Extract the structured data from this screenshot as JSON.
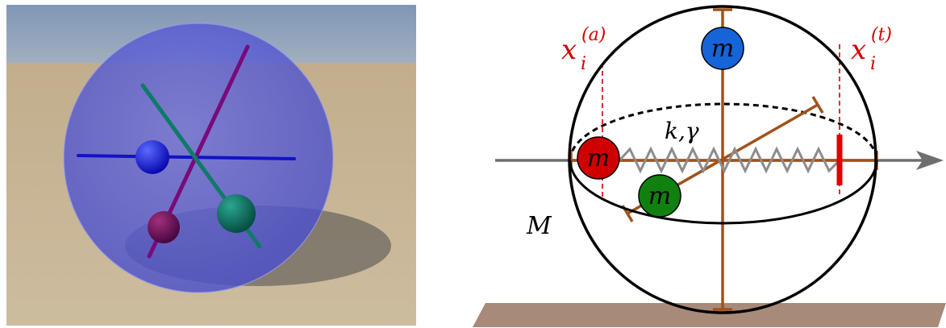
{
  "colors": {
    "sky": "#8ea3bb",
    "ground": "#c6b494",
    "sphere_render": "#5b5fd6",
    "rod_blue": "#1010d0",
    "rod_purple": "#7a0a7a",
    "rod_teal": "#0f7a6a",
    "ball_blue": "#1a1ad8",
    "ball_purple": "#6a0a5a",
    "ball_teal": "#0c7464",
    "sphere_outline": "#000000",
    "rod_brown": "#a0521b",
    "spring_gray": "#8c8c8c",
    "mass_red": "#d00000",
    "mass_blue": "#1060d0",
    "mass_green": "#108010",
    "dashed_red": "#d00000",
    "axis_gray": "#6e6e6e",
    "floor": "#a88a78",
    "target_bar": "#e00000"
  },
  "diagram": {
    "mass_label": "m",
    "spring_label": "k,γ",
    "outer_mass_label": "M",
    "actual_pos_base": "x",
    "actual_pos_sub": "i",
    "actual_pos_sup": "(a)",
    "target_pos_base": "x",
    "target_pos_sub": "i",
    "target_pos_sup": "(t)"
  }
}
